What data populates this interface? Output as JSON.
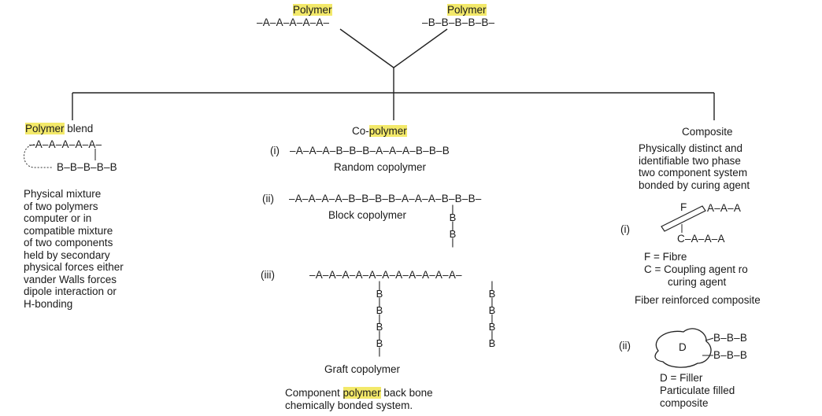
{
  "top": {
    "left_title": "Polymer",
    "left_chain": "–A–A–A–A–A–",
    "right_title": "Polymer",
    "right_chain": "–B–B–B–B–B–"
  },
  "blend": {
    "title_hl": "Polymer",
    "title_rest": " blend",
    "chain_a": "–A–A–A–A–A–",
    "chain_b": "B–B–B–B–B",
    "desc": [
      "Physical mixture",
      "of two polymers",
      "computer or in",
      "compatible mixture",
      "of two components",
      "held by secondary",
      "physical forces either",
      "vander Walls forces",
      "dipole interaction or",
      "H-bonding"
    ]
  },
  "copolymer": {
    "title_pre": "Co-",
    "title_hl": "polymer",
    "i_label": "(i)",
    "i_chain": "–A–A–A–B–B–B–A–A–A–B–B–B",
    "i_name": "Random copolymer",
    "ii_label": "(ii)",
    "ii_chain": "–A–A–A–A–B–B–B–B–A–A–A–B–B–B–",
    "ii_name": "Block copolymer",
    "iii_label": "(iii)",
    "iii_chain": "–A–A–A–A–A–A–A–A–A–A–A–",
    "branch": "B",
    "iii_name": "Graft copolymer",
    "desc_pre": "Component ",
    "desc_hl": "polymer",
    "desc_post": " back bone",
    "desc_line2": "chemically bonded system."
  },
  "composite": {
    "title": "Composite",
    "desc": [
      "Physically distinct and",
      "identifiable two phase",
      "two component system",
      "bonded by curing agent"
    ],
    "i_label": "(i)",
    "f_chain": "F",
    "f_tail": "A–A–A",
    "c_chain": "C–A–A–A",
    "f_def": "F = Fibre",
    "c_def_1": "C = Coupling agent ro",
    "c_def_2": "curing agent",
    "i_name": "Fiber reinforced composite",
    "ii_label": "(ii)",
    "d_label": "D",
    "d_chain_1": "B–B–B",
    "d_chain_2": "B–B–B",
    "d_def": "D = Filler",
    "ii_name_1": "Particulate filled",
    "ii_name_2": "composite"
  }
}
